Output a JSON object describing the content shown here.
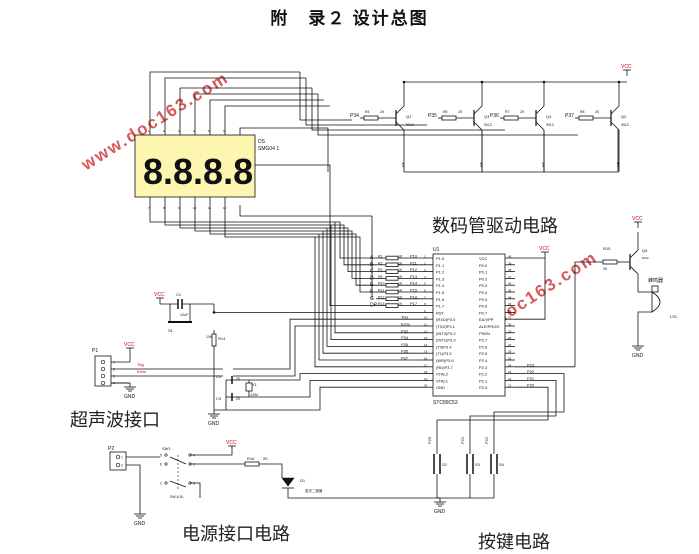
{
  "title": "附　录２ 设计总图",
  "section_labels": {
    "display_driver": "数码管驱动电路",
    "ultrasonic": "超声波接口",
    "power": "电源接口电路",
    "keys": "按键电路"
  },
  "watermark": {
    "left": "www.doc163.com",
    "right": "www.doc163.com",
    "color": "#d23a3a"
  },
  "display": {
    "ref": "DS",
    "part": "SMG04 1",
    "digits": "8.8.8.8",
    "color": "#fdf6b0",
    "top_pins": [
      "1",
      "2",
      "3",
      "4",
      "5",
      "6"
    ],
    "bottom_pins": [
      "7",
      "8",
      "9",
      "10",
      "11",
      "12"
    ]
  },
  "transistors": [
    {
      "ref": "Q1",
      "part": "9012",
      "res": "R4",
      "val": "2K",
      "net": "P34",
      "label": "4H"
    },
    {
      "ref": "Q3",
      "part": "9012",
      "res": "R5",
      "val": "2K",
      "net": "P35",
      "label": "3H"
    },
    {
      "ref": "Q4",
      "part": "9012",
      "res": "R7",
      "val": "2K",
      "net": "P36",
      "label": "2H"
    },
    {
      "ref": "Q2",
      "part": "9012",
      "res": "R8",
      "val": "2K",
      "net": "P37",
      "label": "1H"
    }
  ],
  "seg_resistors": [
    {
      "seg": "A",
      "ref": "R1",
      "val": "1K",
      "net": "P10"
    },
    {
      "seg": "B",
      "ref": "R2",
      "val": "1K",
      "net": "P11"
    },
    {
      "seg": "C",
      "ref": "R3",
      "val": "1K",
      "net": "P12"
    },
    {
      "seg": "D",
      "ref": "R9",
      "val": "1K",
      "net": "P13"
    },
    {
      "seg": "E",
      "ref": "R10",
      "val": "1K",
      "net": "P14"
    },
    {
      "seg": "F",
      "ref": "R11",
      "val": "1K",
      "net": "P15"
    },
    {
      "seg": "G",
      "ref": "R12",
      "val": "1K",
      "net": "P16"
    },
    {
      "seg": "DP",
      "ref": "R13",
      "val": "1K",
      "net": "P17"
    }
  ],
  "mcu": {
    "ref": "U1",
    "part": "STC89C52",
    "vcc": "VCC",
    "left_pins": [
      "P1.0",
      "P1.1",
      "P1.2",
      "P1.3",
      "P1.4",
      "P1.5",
      "P1.6",
      "P1.7",
      "RST",
      "(RXD)P3.0",
      "(TXD)P3.1",
      "(INT0)P3.2",
      "(INT1)P3.3",
      "(T0)P3.4",
      "(T1)P3.5",
      "(WR)P3.6",
      "(RD)P3.7",
      "XTAL2",
      "XTAL1",
      "GND"
    ],
    "right_pins": [
      "VCC",
      "P0.0",
      "P0.1",
      "P0.2",
      "P0.3",
      "P0.4",
      "P0.5",
      "P0.6",
      "P0.7",
      "EA/VPP",
      "ALE/PROG",
      "PSEN",
      "P2.7",
      "P2.6",
      "P2.5",
      "P2.4",
      "P2.3",
      "P2.2",
      "P2.1",
      "P2.0"
    ],
    "left_nets": [
      "",
      "",
      "",
      "",
      "",
      "",
      "",
      "",
      "",
      "Trig",
      "Echo",
      "P32",
      "P34",
      "P35",
      "P36",
      "P37",
      "",
      "",
      "",
      ""
    ],
    "right_nets": [
      "",
      "",
      "",
      "",
      "",
      "",
      "",
      "",
      "",
      "",
      "",
      "",
      "",
      "",
      "",
      "",
      "P23",
      "P22",
      "P21",
      "P20"
    ]
  },
  "buzzer": {
    "res": "R15",
    "val": "2K",
    "q": "Q5",
    "q_part": "9012",
    "ref": "LS1",
    "label": "蜂鸣器",
    "vcc": "VCC",
    "gnd": "GND"
  },
  "reset": {
    "cap": "C1",
    "cap_val": "10uF",
    "sw": "S1",
    "res": "R14",
    "res_val": "10K",
    "vcc": "VCC",
    "gnd": "GND"
  },
  "crystal": {
    "c2": "C2",
    "c3": "C3",
    "c_val": "20",
    "y": "Y1",
    "y_val": "12M",
    "gnd": "GND"
  },
  "ultra_header": {
    "ref": "P1",
    "pins": [
      "1",
      "2",
      "3",
      "4"
    ],
    "nets": [
      "VCC",
      "Trig",
      "Echo",
      "GND"
    ]
  },
  "power": {
    "ref": "P2",
    "pins": [
      "1",
      "2"
    ],
    "sw": "SW1",
    "sw_pins": [
      "5",
      "4",
      "6",
      "1",
      "2",
      "3"
    ],
    "sw_label": "SW-6 5L",
    "r": "R16",
    "r_val": "2K",
    "led": "D1",
    "led_label": "发光二极管",
    "vcc": "VCC",
    "gnd": "GND"
  },
  "keys": [
    {
      "net": "P20",
      "ref": "S2"
    },
    {
      "net": "P21",
      "ref": "S3"
    },
    {
      "net": "P22",
      "ref": "S4"
    }
  ],
  "keys_gnd": "GND"
}
